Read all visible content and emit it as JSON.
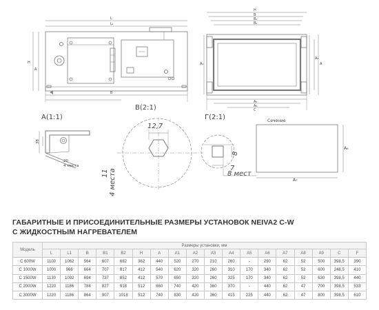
{
  "views": {
    "view_a": "А(1:1)",
    "view_b": "В(2:1)",
    "view_g": "Г(2:1)",
    "section": "Сечение",
    "b_dim": "12,7",
    "b_count": "11",
    "b_places": "4 места",
    "g_width": "7",
    "g_height": "8",
    "g_places": "8 мест",
    "a_count": "20",
    "a_places": "4 места",
    "a_dim": "38",
    "sec_width": "A₇",
    "sec_height": "A₈",
    "front": {
      "l": "L",
      "l1": "L₁",
      "b": "B",
      "h": "H",
      "a": "A"
    },
    "side": {
      "h": "H",
      "b": "B",
      "b1": "B₁",
      "b2": "B₂",
      "a": "A",
      "a3": "A₃",
      "a4": "A₄",
      "a5": "A₅",
      "a6": "A₆",
      "c": "C"
    }
  },
  "table": {
    "title_line1": "ГАБАРИТНЫЕ И ПРИСОЕДИНИТЕЛЬНЫЕ РАЗМЕРЫ УСТАНОВОК NEIVA2 C-W",
    "title_line2": "С ЖИДКОСТНЫМ НАГРЕВАТЕЛЕМ",
    "model_header": "Модель",
    "group_header": "Размеры установки, мм",
    "columns": [
      "L",
      "L1",
      "B",
      "B1",
      "B2",
      "H",
      "A",
      "A1",
      "A2",
      "A3",
      "A4",
      "A5",
      "A6",
      "A7",
      "A8",
      "A9",
      "C",
      "F"
    ],
    "rows": [
      [
        "C 600W",
        "1100",
        "1062",
        "564",
        "607",
        "682",
        "362",
        "440",
        "520",
        "270",
        "210",
        "260",
        "-",
        "290",
        "62",
        "52",
        "500",
        "398,5",
        "390"
      ],
      [
        "C 1000W",
        "1000",
        "966",
        "664",
        "707",
        "817",
        "412",
        "540",
        "620",
        "320",
        "260",
        "310",
        "170",
        "340",
        "62",
        "52",
        "600",
        "248,5",
        "410"
      ],
      [
        "C 1500W",
        "1130",
        "1092",
        "694",
        "737",
        "852",
        "412",
        "570",
        "650",
        "320",
        "260",
        "325",
        "170",
        "340",
        "62",
        "52",
        "630",
        "398,5",
        "440"
      ],
      [
        "C 2000W",
        "1220",
        "1186",
        "784",
        "827",
        "918",
        "512",
        "660",
        "740",
        "420",
        "360",
        "370",
        "-",
        "440",
        "62",
        "47",
        "700",
        "398,5",
        "533"
      ],
      [
        "C 3000W",
        "1220",
        "1186",
        "864",
        "907",
        "1018",
        "512",
        "740",
        "830",
        "420",
        "360",
        "415",
        "225",
        "440",
        "62",
        "47",
        "800",
        "398,5",
        "610"
      ]
    ]
  }
}
